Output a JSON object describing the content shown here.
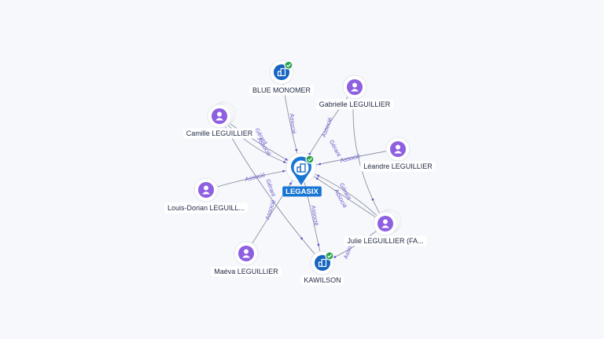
{
  "center": {
    "label": "LEGASIX",
    "kind": "company",
    "verified": true,
    "icon": "building-icon"
  },
  "nodes": [
    {
      "id": "blue",
      "label": "BLUE MONOMER",
      "kind": "company",
      "verified": true,
      "icon": "building-icon"
    },
    {
      "id": "gabrielle",
      "label": "Gabrielle LEGUILLIER",
      "kind": "person",
      "icon": "person-icon"
    },
    {
      "id": "camille",
      "label": "Camille LEGUILLIER",
      "kind": "person",
      "stacked": true,
      "icon": "person-icon"
    },
    {
      "id": "leandre",
      "label": "Léandre LEGUILLIER",
      "kind": "person",
      "icon": "person-icon"
    },
    {
      "id": "louis",
      "label": "Louis-Dorian LEGUILL...",
      "kind": "person",
      "icon": "person-icon"
    },
    {
      "id": "julie",
      "label": "Julie LEGUILLIER (FA...",
      "kind": "person",
      "stacked": true,
      "icon": "person-icon"
    },
    {
      "id": "maeva",
      "label": "Maéva LEGUILLIER",
      "kind": "person",
      "icon": "person-icon"
    },
    {
      "id": "kawilson",
      "label": "KAWILSON",
      "kind": "company",
      "verified": true,
      "icon": "building-icon"
    }
  ],
  "edges": [
    {
      "from": "blue",
      "to": "center",
      "label": "Associé"
    },
    {
      "from": "gabrielle",
      "to": "center",
      "label": "Associé"
    },
    {
      "from": "gabrielle",
      "to": "julie",
      "label": "Gérant"
    },
    {
      "from": "camille",
      "to": "center",
      "label": "Gérant"
    },
    {
      "from": "camille",
      "to": "center",
      "label": "Associé"
    },
    {
      "from": "camille",
      "to": "kawilson",
      "label": "Gérant"
    },
    {
      "from": "leandre",
      "to": "center",
      "label": "Associé"
    },
    {
      "from": "louis",
      "to": "center",
      "label": "Associé"
    },
    {
      "from": "julie",
      "to": "center",
      "label": "Gérant"
    },
    {
      "from": "julie",
      "to": "center",
      "label": "Associé"
    },
    {
      "from": "julie",
      "to": "kawilson",
      "label": "Associé"
    },
    {
      "from": "maeva",
      "to": "center",
      "label": "Associé"
    },
    {
      "from": "center",
      "to": "kawilson",
      "label": "Associé"
    }
  ],
  "colors": {
    "person": "#8e5fe0",
    "company": "#1565c0",
    "center_badge": "#1976d2",
    "verified": "#27a24a",
    "edge": "#8a93a6",
    "edge_label": "#6a5acd"
  }
}
